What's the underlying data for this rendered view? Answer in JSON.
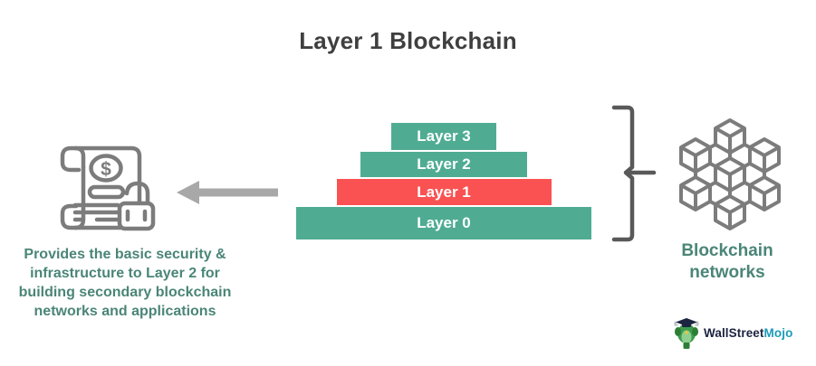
{
  "title": "Layer 1 Blockchain",
  "pyramid": {
    "layers": [
      {
        "label": "Layer 3",
        "highlighted": false
      },
      {
        "label": "Layer 2",
        "highlighted": false
      },
      {
        "label": "Layer 1",
        "highlighted": true
      },
      {
        "label": "Layer 0",
        "highlighted": false
      }
    ]
  },
  "left_caption": {
    "line1": "Provides the basic security &",
    "line2": "infrastructure to Layer 2 for",
    "line3": "building secondary blockchain",
    "line4": "networks and applications"
  },
  "right_caption": {
    "line1": "Blockchain",
    "line2": "networks"
  },
  "logo": {
    "wallstreet": "WallStreet",
    "mojo": "Mojo"
  },
  "icons": {
    "left": "document-with-dollar-and-lock-icon",
    "right": "blockchain-network-cubes-icon",
    "arrow": "left-arrow",
    "bracket": "right-curly-bracket"
  },
  "colors": {
    "teal_layer": "#4fac93",
    "red_layer": "#fa5252",
    "caption_text": "#4a8577",
    "title_text": "#3f3f3f",
    "arrow_gray": "#a8a8a8",
    "icon_gray": "#7c7c7c",
    "bracket_gray": "#595959",
    "logo_navy": "#1b2440",
    "logo_blue": "#1b9cb8",
    "logo_green": "#3d9c4b"
  }
}
